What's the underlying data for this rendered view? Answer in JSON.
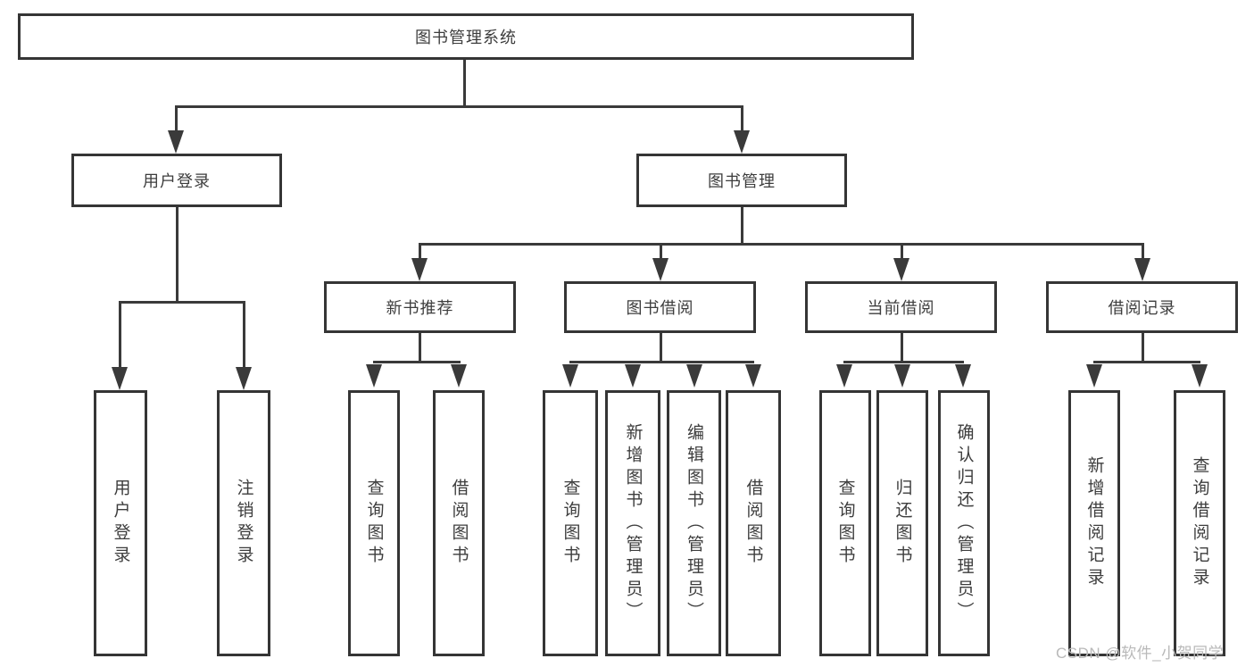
{
  "diagram": {
    "root": "图书管理系统",
    "branches": [
      {
        "label": "用户登录",
        "children": [
          {
            "label": "用户登录"
          },
          {
            "label": "注销登录"
          }
        ]
      },
      {
        "label": "图书管理",
        "children": [
          {
            "label": "新书推荐",
            "children": [
              {
                "label": "查询图书"
              },
              {
                "label": "借阅图书"
              }
            ]
          },
          {
            "label": "图书借阅",
            "children": [
              {
                "label": "查询图书"
              },
              {
                "label": "新增图书（管理员）"
              },
              {
                "label": "编辑图书（管理员）"
              },
              {
                "label": "借阅图书"
              }
            ]
          },
          {
            "label": "当前借阅",
            "children": [
              {
                "label": "查询图书"
              },
              {
                "label": "归还图书"
              },
              {
                "label": "确认归还（管理员）"
              }
            ]
          },
          {
            "label": "借阅记录",
            "children": [
              {
                "label": "新增借阅记录"
              },
              {
                "label": "查询借阅记录"
              }
            ]
          }
        ]
      }
    ]
  },
  "watermark": "CSDN @软件_小贺同学",
  "colors": {
    "line": "#3a3a3a",
    "text": "#3d3d3d",
    "watermark": "#b9b9b9"
  }
}
